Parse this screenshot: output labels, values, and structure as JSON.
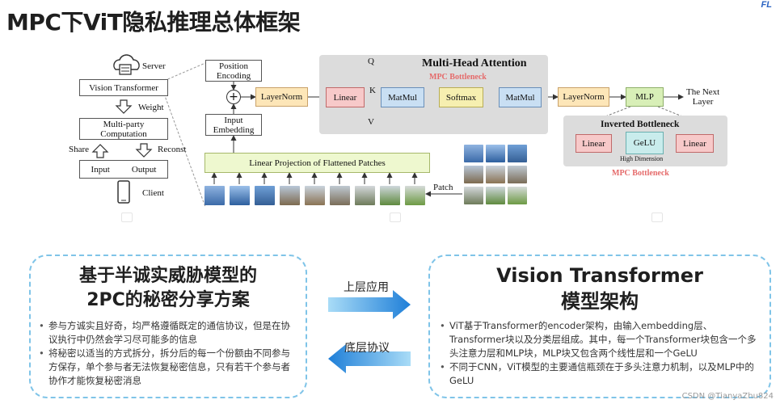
{
  "title": "MPC下ViT隐私推理总体框架",
  "logo_text": "FL",
  "colors": {
    "layernorm": "#fde6b8",
    "linear": "#f7c9c9",
    "matmul": "#c9dff3",
    "softmax": "#f6efb0",
    "mlp": "#d8efb7",
    "gelu": "#c9ecec",
    "bottleneck": "#e56a6a",
    "card_border": "#7fc4e8",
    "arrow_blue": "#2e8fe0"
  },
  "left_diagram": {
    "server": "Server",
    "vision_transformer": "Vision Transformer",
    "weight": "Weight",
    "mpc_line1": "Multi-party",
    "mpc_line2": "Computation",
    "share": "Share",
    "reconst": "Reconst",
    "input": "Input",
    "output": "Output",
    "client": "Client"
  },
  "main_diagram": {
    "position_encoding_l1": "Position",
    "position_encoding_l2": "Encoding",
    "input_embedding_l1": "Input",
    "input_embedding_l2": "Embedding",
    "plus": "+",
    "layernorm1": "LayerNorm",
    "linear": "Linear",
    "matmul1": "MatMul",
    "softmax": "Softmax",
    "matmul2": "MatMul",
    "q": "Q",
    "k": "K",
    "v": "V",
    "mha_title": "Multi-Head Attention",
    "mpc_bottleneck1": "MPC Bottleneck",
    "layernorm2": "LayerNorm",
    "mlp": "MLP",
    "next_layer_l1": "The Next",
    "next_layer_l2": "Layer",
    "linear_projection": "Linear Projection of Flattened Patches",
    "patch": "Patch",
    "inverted_title": "Inverted Bottleneck",
    "ib_linear1": "Linear",
    "ib_gelu": "GeLU",
    "ib_linear2": "Linear",
    "high_dimension": "High Dimension",
    "mpc_bottleneck2": "MPC Bottleneck"
  },
  "left_card": {
    "heading_l1": "基于半诚实威胁模型的",
    "heading_l2": "2PC的秘密分享方案",
    "bullet1": "参与方诚实且好奇，均严格遵循既定的通信协议，但是在协议执行中仍然会学习尽可能多的信息",
    "bullet2": "将秘密以适当的方式拆分，拆分后的每一个份额由不同参与方保存，单个参与者无法恢复秘密信息，只有若干个参与者协作才能恢复秘密消息"
  },
  "middle": {
    "upper_label": "上层应用",
    "lower_label": "底层协议"
  },
  "right_card": {
    "heading_l1": "Vision Transformer",
    "heading_l2": "模型架构",
    "bullet1": "ViT基于Transformer的encoder架构，由输入embedding层、Transformer块以及分类层组成。其中，每一个Transformer块包含一个多头注意力层和MLP块，MLP块又包含两个线性层和一个GeLU",
    "bullet2": "不同于CNN，ViT模型的主要通信瓶颈在于多头注意力机制，以及MLP中的GeLU"
  },
  "watermark": "CSDN @TianyaZhu824"
}
